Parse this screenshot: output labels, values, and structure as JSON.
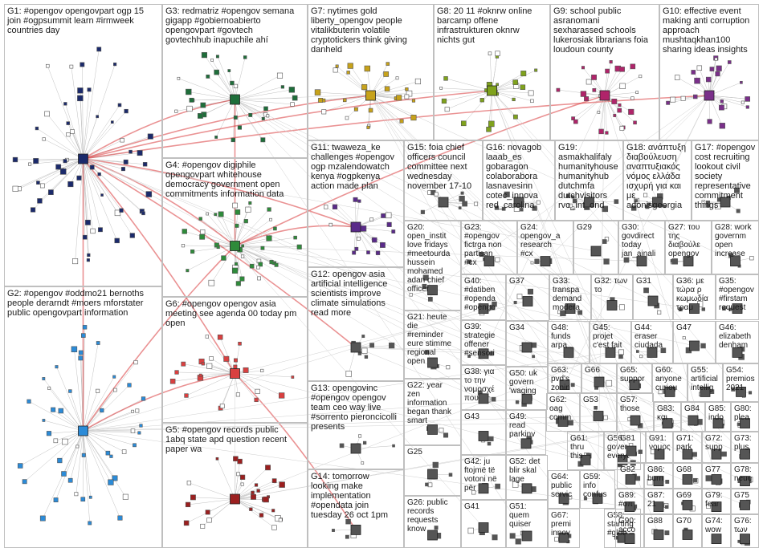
{
  "groups": [
    {
      "id": "G1",
      "lines": [
        "G1: #opengov opengovpart ogp 15",
        "join #ogpsummit learn #irmweek",
        "countries day"
      ],
      "color": "#1b2a6b"
    },
    {
      "id": "G2",
      "lines": [
        "G2: #opengov #oddmo21 bernoths",
        "people derarndt #moers mforstater",
        "public opengovpart information"
      ],
      "color": "#2b8bd8"
    },
    {
      "id": "G3",
      "lines": [
        "G3: redmatriz #opengov semana",
        "gigapp #gobiernoabierto",
        "opengovpart #govtech",
        "govtechhub inapuchile ahí"
      ],
      "color": "#1e6e3a"
    },
    {
      "id": "G4",
      "lines": [
        "G4: #opengov digiphile",
        "opengovpart whitehouse",
        "democracy government open",
        "commitments information data"
      ],
      "color": "#2e8b3a"
    },
    {
      "id": "G5",
      "lines": [
        "G5: #opengov records public",
        "1abq state apd question recent",
        "paper wa"
      ],
      "color": "#9b1f1f"
    },
    {
      "id": "G6",
      "lines": [
        "G6: #opengov opengov asia",
        "meeting see agenda 00 today pm",
        "open"
      ],
      "color": "#d94040"
    },
    {
      "id": "G7",
      "lines": [
        "G7: nytimes gold",
        "liberty_opengov people",
        "vitalikbuterin volatile",
        "cryptotickers think giving",
        "danheld"
      ],
      "color": "#c7a21a"
    },
    {
      "id": "G8",
      "lines": [
        "G8: 20 11 #oknrw online",
        "barcamp offene",
        "infrastrukturen oknrw",
        "nichts gut"
      ],
      "color": "#7fa21c"
    },
    {
      "id": "G9",
      "lines": [
        "G9: school public",
        "asranomani",
        "sexharassed schools",
        "lukerosiak librarians foia",
        "loudoun county"
      ],
      "color": "#b0246a"
    },
    {
      "id": "G10",
      "lines": [
        "G10: effective event",
        "making anti corruption",
        "approach",
        "mushtaqkhan100",
        "sharing ideas insights"
      ],
      "color": "#7a2f8a"
    },
    {
      "id": "G11",
      "lines": [
        "G11: twaweza_ke",
        "challenges #opengov",
        "ogp mzalendowatch",
        "kenya #ogpkenya",
        "action made plan"
      ],
      "color": "#5a2a8a"
    },
    {
      "id": "G12",
      "lines": [
        "G12: opengov asia",
        "artificial intelligence",
        "scientists improve",
        "climate simulations",
        "read more"
      ],
      "color": "#555555"
    },
    {
      "id": "G13",
      "lines": [
        "G13: opengovinc",
        "#opengov opengov",
        "team ceo way live",
        "#sorrento pieroncicolli",
        "presents"
      ],
      "color": "#555555"
    },
    {
      "id": "G14",
      "lines": [
        "G14: tomorrow",
        "looking make",
        "implementation",
        "#opendata join",
        "tuesday 26 oct 1pm"
      ],
      "color": "#555555"
    },
    {
      "id": "G15",
      "lines": [
        "G15: foia chief",
        "officers council",
        "committee next",
        "wednesday",
        "november 17-10"
      ],
      "color": "#555555"
    },
    {
      "id": "G16",
      "lines": [
        "G16: novagob",
        "laaab_es",
        "gobaragon",
        "colaborabora",
        "lasnavesinn",
        "cotec_innova",
        "red_carolina"
      ],
      "color": "#555555"
    },
    {
      "id": "G17",
      "lines": [
        "G17: #opengov",
        "cost recruiting",
        "lookout civil",
        "society",
        "representative",
        "commitment",
        "things"
      ],
      "color": "#555555"
    },
    {
      "id": "G18",
      "lines": [
        "G18: ανάπτυξη",
        "διαβούλευση",
        "αναπτυξιακός",
        "νόμος ελλάδα",
        "ισχυρή για και",
        "με",
        "adonisgeorgia"
      ],
      "color": "#555555"
    },
    {
      "id": "G19",
      "lines": [
        "G19:",
        "asmakhalifaly",
        "humanityhouse",
        "humanityhub",
        "dutchmfa",
        "dutchvisitors",
        "rvo_int_ond"
      ],
      "color": "#555555"
    },
    {
      "id": "G20",
      "lines": [
        "G20:",
        "open_instit",
        "love fridays",
        "#meetourda",
        "hussein",
        "mohamed",
        "adan chief",
        "officer"
      ],
      "color": "#555555"
    },
    {
      "id": "G21",
      "lines": [
        "G21: heute",
        "die",
        "#reminder",
        "eure stimme",
        "regional",
        "open"
      ],
      "color": "#555555"
    },
    {
      "id": "G22",
      "lines": [
        "G22: year",
        "zen",
        "information",
        "began thank",
        "smart"
      ],
      "color": "#555555"
    },
    {
      "id": "G23",
      "lines": [
        "G23:",
        "#opengov",
        "fictrga non",
        "partisan",
        "#cx"
      ],
      "color": "#555555"
    },
    {
      "id": "G24",
      "lines": [
        "G24:",
        "opengov_a",
        "research",
        "#cx"
      ],
      "color": "#555555"
    },
    {
      "id": "G25",
      "lines": [
        "G25"
      ],
      "color": "#555555"
    },
    {
      "id": "G26",
      "lines": [
        "G26: public",
        "records",
        "requests",
        "know"
      ],
      "color": "#555555"
    },
    {
      "id": "G27",
      "lines": [
        "G27: του",
        "της",
        "διαβούλε",
        "opengov"
      ],
      "color": "#555555"
    },
    {
      "id": "G28",
      "lines": [
        "G28: work",
        "governm",
        "open",
        "increase"
      ],
      "color": "#555555"
    },
    {
      "id": "G29",
      "lines": [
        "G29"
      ],
      "color": "#555555"
    },
    {
      "id": "G30",
      "lines": [
        "G30:",
        "govdirect",
        "today",
        "jan_ainali"
      ],
      "color": "#555555"
    },
    {
      "id": "G31",
      "lines": [
        "G31"
      ],
      "color": "#555555"
    },
    {
      "id": "G32",
      "lines": [
        "G32: των",
        "το"
      ],
      "color": "#555555"
    },
    {
      "id": "G33",
      "lines": [
        "G33:",
        "transpa",
        "demand",
        "modera"
      ],
      "color": "#555555"
    },
    {
      "id": "G34",
      "lines": [
        "G34"
      ],
      "color": "#555555"
    },
    {
      "id": "G35",
      "lines": [
        "G35:",
        "#opengov",
        "#firstam",
        "request"
      ],
      "color": "#555555"
    },
    {
      "id": "G36",
      "lines": [
        "G36: με",
        "τώρα ρ",
        "κωμωδία",
        "τραμ"
      ],
      "color": "#555555"
    },
    {
      "id": "G37",
      "lines": [
        "G37"
      ],
      "color": "#555555"
    },
    {
      "id": "G38",
      "lines": [
        "G38: για",
        "το την",
        "νομοσχέ",
        "που"
      ],
      "color": "#555555"
    },
    {
      "id": "G39",
      "lines": [
        "G39:",
        "strategie",
        "offener",
        "#sensori"
      ],
      "color": "#555555"
    },
    {
      "id": "G40",
      "lines": [
        "G40:",
        "#datiben",
        "#openda",
        "#opengo"
      ],
      "color": "#555555"
    },
    {
      "id": "G41",
      "lines": [
        "G41"
      ],
      "color": "#555555"
    },
    {
      "id": "G42",
      "lines": [
        "G42: ju",
        "ftojmë të",
        "votoni në",
        "për"
      ],
      "color": "#555555"
    },
    {
      "id": "G43",
      "lines": [
        "G43"
      ],
      "color": "#555555"
    },
    {
      "id": "G44",
      "lines": [
        "G44:",
        "eraser",
        "ciudada"
      ],
      "color": "#555555"
    },
    {
      "id": "G45",
      "lines": [
        "G45:",
        "projet",
        "c'est fait"
      ],
      "color": "#555555"
    },
    {
      "id": "G46",
      "lines": [
        "G46:",
        "elizabeth",
        "denham"
      ],
      "color": "#555555"
    },
    {
      "id": "G47",
      "lines": [
        "G47"
      ],
      "color": "#555555"
    },
    {
      "id": "G48",
      "lines": [
        "G48:",
        "funds",
        "arpa"
      ],
      "color": "#555555"
    },
    {
      "id": "G49",
      "lines": [
        "G49:",
        "read",
        "parkinv"
      ],
      "color": "#555555"
    },
    {
      "id": "G50",
      "lines": [
        "G50: uk",
        "govern",
        "'waging"
      ],
      "color": "#555555"
    },
    {
      "id": "G51",
      "lines": [
        "G51:",
        "quem",
        "quiser"
      ],
      "color": "#555555"
    },
    {
      "id": "G52",
      "lines": [
        "G52: det",
        "blir skal",
        "lage"
      ],
      "color": "#555555"
    },
    {
      "id": "G53",
      "lines": [
        "G53"
      ],
      "color": "#555555"
    },
    {
      "id": "G54",
      "lines": [
        "G54:",
        "premios",
        "2021"
      ],
      "color": "#555555"
    },
    {
      "id": "G55",
      "lines": [
        "G55:",
        "artificial",
        "intellig"
      ],
      "color": "#555555"
    },
    {
      "id": "G56",
      "lines": [
        "G56:",
        "gover",
        "everyt"
      ],
      "color": "#555555"
    },
    {
      "id": "G57",
      "lines": [
        "G57:",
        "those"
      ],
      "color": "#555555"
    },
    {
      "id": "G58",
      "lines": [
        "G58:",
        "starting",
        "#glob"
      ],
      "color": "#555555"
    },
    {
      "id": "G59",
      "lines": [
        "G59:",
        "info",
        "confus"
      ],
      "color": "#555555"
    },
    {
      "id": "G60",
      "lines": [
        "G60:",
        "anyone",
        "curiou"
      ],
      "color": "#555555"
    },
    {
      "id": "G61",
      "lines": [
        "G61:",
        "thru",
        "this"
      ],
      "color": "#555555"
    },
    {
      "id": "G62",
      "lines": [
        "G62:",
        "oag",
        "comm"
      ],
      "color": "#555555"
    },
    {
      "id": "G63",
      "lines": [
        "G63:",
        "pvd's",
        "zonin"
      ],
      "color": "#555555"
    },
    {
      "id": "G64",
      "lines": [
        "G64:",
        "public",
        "servic"
      ],
      "color": "#555555"
    },
    {
      "id": "G65",
      "lines": [
        "G65:",
        "suppor"
      ],
      "color": "#555555"
    },
    {
      "id": "G66",
      "lines": [
        "G66"
      ],
      "color": "#555555"
    },
    {
      "id": "G67",
      "lines": [
        "G67:",
        "premi",
        "innov"
      ],
      "color": "#555555"
    },
    {
      "id": "G68",
      "lines": [
        "G68"
      ],
      "color": "#555555"
    },
    {
      "id": "G69",
      "lines": [
        "G69"
      ],
      "color": "#555555"
    },
    {
      "id": "G70",
      "lines": [
        "G70"
      ],
      "color": "#555555"
    },
    {
      "id": "G71",
      "lines": [
        "G71:",
        "park"
      ],
      "color": "#555555"
    },
    {
      "id": "G72",
      "lines": [
        "G72:",
        "supp"
      ],
      "color": "#555555"
    },
    {
      "id": "G73",
      "lines": [
        "G73:",
        "plus"
      ],
      "color": "#555555"
    },
    {
      "id": "G74",
      "lines": [
        "G74:",
        "wow"
      ],
      "color": "#555555"
    },
    {
      "id": "G75",
      "lines": [
        "G75"
      ],
      "color": "#555555"
    },
    {
      "id": "G76",
      "lines": [
        "G76:",
        "των"
      ],
      "color": "#555555"
    },
    {
      "id": "G77",
      "lines": [
        "G77"
      ],
      "color": "#555555"
    },
    {
      "id": "G78",
      "lines": [
        "G78:",
        "neue"
      ],
      "color": "#555555"
    },
    {
      "id": "G79",
      "lines": [
        "G79:",
        "fear"
      ],
      "color": "#555555"
    },
    {
      "id": "G80",
      "lines": [
        "G80:",
        "plea"
      ],
      "color": "#555555"
    },
    {
      "id": "G81",
      "lines": [
        "G81"
      ],
      "color": "#555555"
    },
    {
      "id": "G82",
      "lines": [
        "G82"
      ],
      "color": "#555555"
    },
    {
      "id": "G83",
      "lines": [
        "G83:",
        "και"
      ],
      "color": "#555555"
    },
    {
      "id": "G84",
      "lines": [
        "G84"
      ],
      "color": "#555555"
    },
    {
      "id": "G85",
      "lines": [
        "G85:",
        "indo"
      ],
      "color": "#555555"
    },
    {
      "id": "G86",
      "lines": [
        "G86:",
        "burn"
      ],
      "color": "#555555"
    },
    {
      "id": "G87",
      "lines": [
        "G87:",
        "21"
      ],
      "color": "#555555"
    },
    {
      "id": "G88",
      "lines": [
        "G88"
      ],
      "color": "#555555"
    },
    {
      "id": "G89",
      "lines": [
        "G89:",
        "#oπ"
      ],
      "color": "#555555"
    },
    {
      "id": "G90",
      "lines": [
        "G90:",
        "acco"
      ],
      "color": "#555555"
    },
    {
      "id": "G91",
      "lines": [
        "G91:",
        "νομος"
      ],
      "color": "#555555"
    }
  ],
  "colors": {
    "edge": "#c0c0c0",
    "strong_edge": "#d9383a",
    "cell_border": "#bfbfbf"
  }
}
